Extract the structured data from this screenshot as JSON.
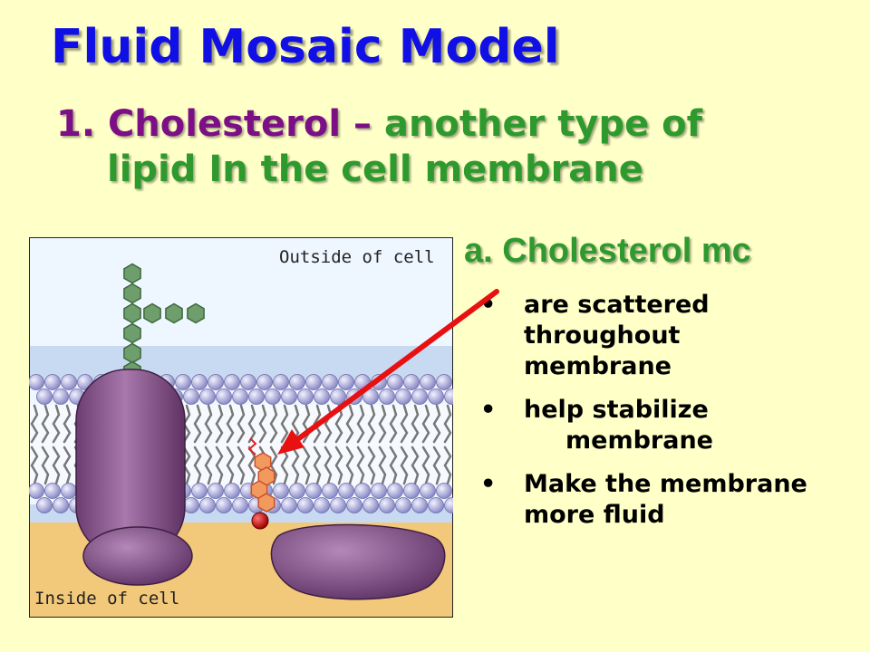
{
  "slide": {
    "title": "Fluid Mosaic Model",
    "point_number": "1. ",
    "point_term": "Cholesterol",
    "point_dash": " – ",
    "point_rest_1": "another type of",
    "point_rest_2": "lipid In the cell membrane",
    "subpoint": "a. Cholesterol mc",
    "bullets": [
      {
        "symbol": "•",
        "lines": [
          "are scattered",
          "throughout",
          "membrane"
        ]
      },
      {
        "symbol": "•",
        "lines": [
          "help stabilize",
          "membrane"
        ]
      },
      {
        "symbol": "•",
        "lines": [
          "Make the membrane",
          "more fluid"
        ]
      }
    ]
  },
  "figure": {
    "outside_label": "Outside of cell",
    "inside_label": "Inside of cell"
  },
  "colors": {
    "background": "#FFFFC8",
    "title": "#1010E6",
    "term": "#7C0F86",
    "green_text": "#2E9A2E",
    "arrow": "#E81010",
    "protein": "#8A5A8E",
    "cholesterol": "#F08A4C"
  },
  "icons": [
    "red-arrow-icon"
  ]
}
